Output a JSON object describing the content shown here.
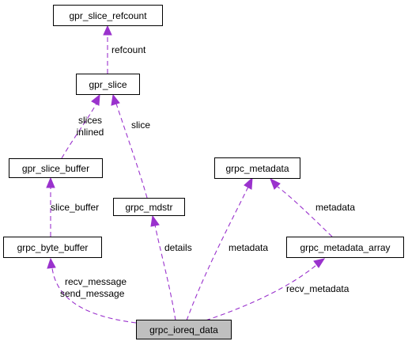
{
  "diagram": {
    "edge_color": "#9a32cd",
    "root_fill": "#bfbfbf",
    "nodes": {
      "gpr_slice_refcount": "gpr_slice_refcount",
      "gpr_slice": "gpr_slice",
      "gpr_slice_buffer": "gpr_slice_buffer",
      "grpc_mdstr": "grpc_mdstr",
      "grpc_metadata": "grpc_metadata",
      "grpc_byte_buffer": "grpc_byte_buffer",
      "grpc_metadata_array": "grpc_metadata_array",
      "grpc_ioreq_data": "grpc_ioreq_data"
    },
    "edge_labels": {
      "refcount": "refcount",
      "slices": "slices",
      "inlined": "inlined",
      "slice": "slice",
      "slice_buffer": "slice_buffer",
      "metadata_array": "metadata",
      "details": "details",
      "metadata_ioreq": "metadata",
      "recv_message": "recv_message",
      "send_message": "send_message",
      "recv_metadata": "recv_metadata"
    }
  }
}
